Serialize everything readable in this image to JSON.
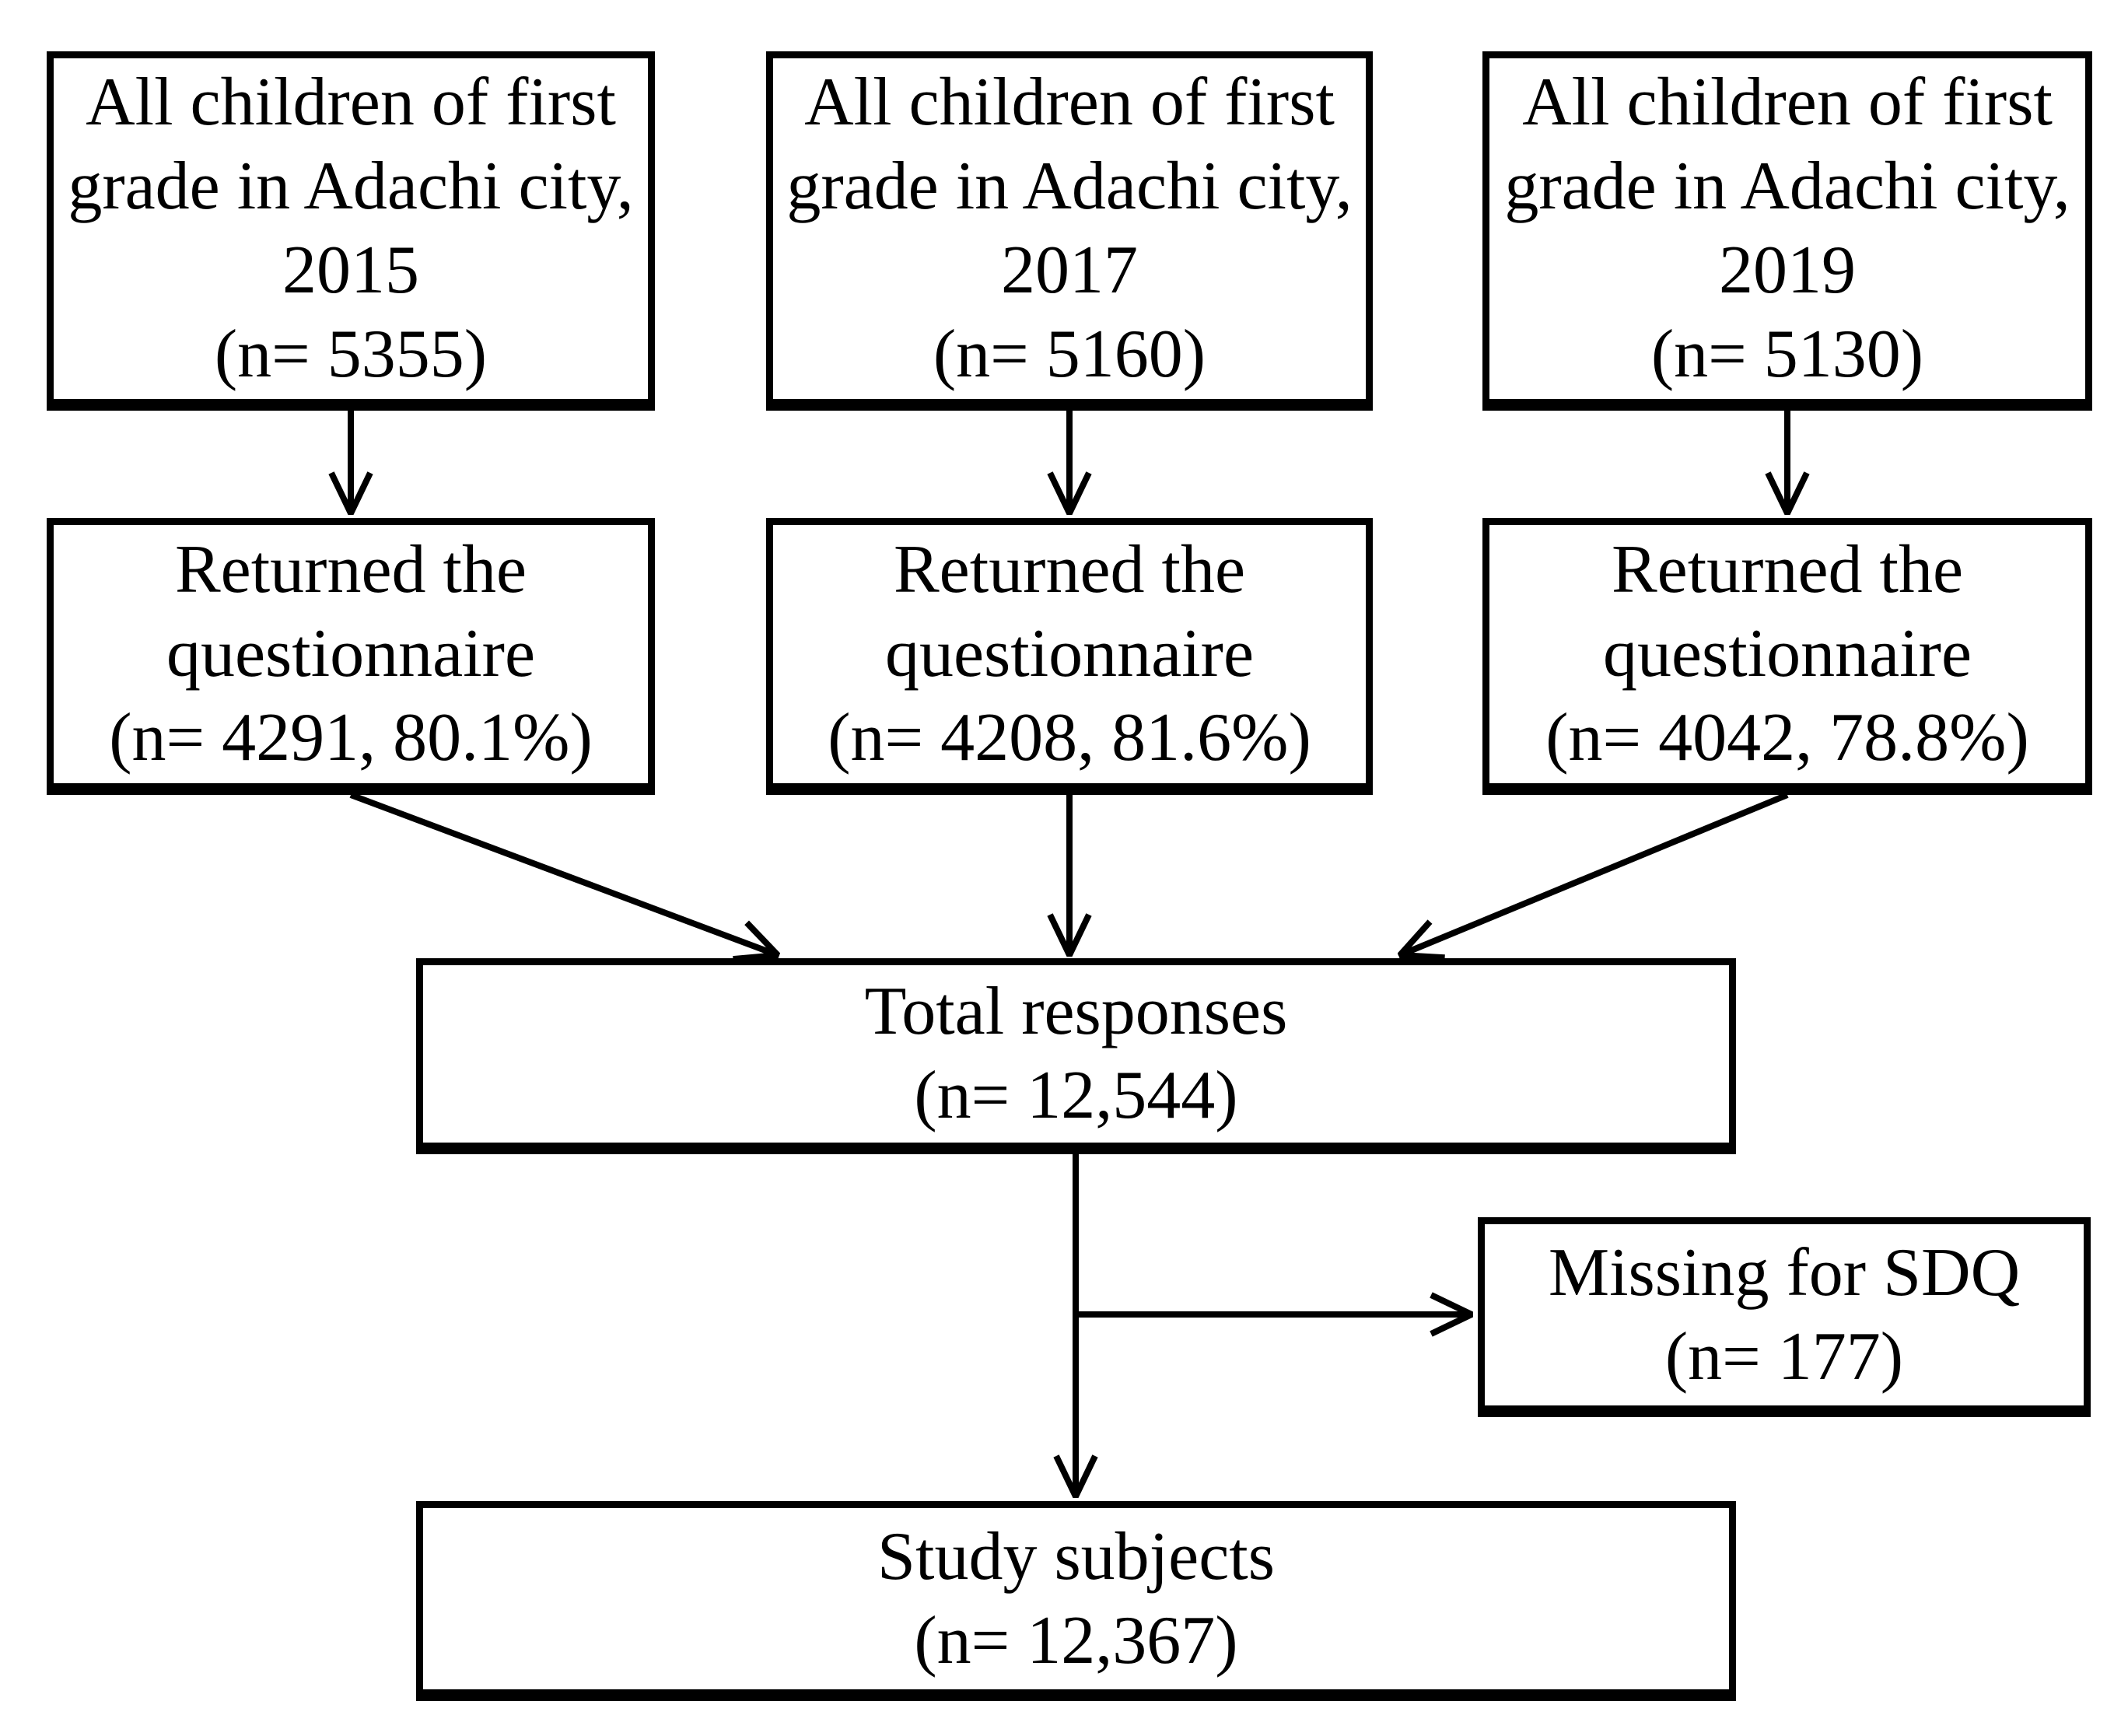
{
  "figure": {
    "background_color": "#ffffff",
    "line_color": "#000000"
  },
  "boxes": {
    "cohort_2015": {
      "lines": [
        "All children of first",
        "grade in Adachi city,",
        "2015",
        "(n= 5355)"
      ]
    },
    "cohort_2017": {
      "lines": [
        "All children of first",
        "grade in Adachi city,",
        "2017",
        "(n= 5160)"
      ]
    },
    "cohort_2019": {
      "lines": [
        "All children of first",
        "grade in Adachi city,",
        "2019",
        "(n= 5130)"
      ]
    },
    "returned_2015": {
      "lines": [
        "Returned the",
        "questionnaire",
        "(n= 4291, 80.1%)"
      ]
    },
    "returned_2017": {
      "lines": [
        "Returned the",
        "questionnaire",
        "(n= 4208, 81.6%)"
      ]
    },
    "returned_2019": {
      "lines": [
        "Returned the",
        "questionnaire",
        "(n= 4042, 78.8%)"
      ]
    },
    "total": {
      "lines": [
        "Total responses",
        "(n= 12,544)"
      ]
    },
    "missing": {
      "lines": [
        "Missing for SDQ",
        "(n= 177)"
      ]
    },
    "study": {
      "lines": [
        "Study subjects",
        "(n= 12,367)"
      ]
    }
  }
}
